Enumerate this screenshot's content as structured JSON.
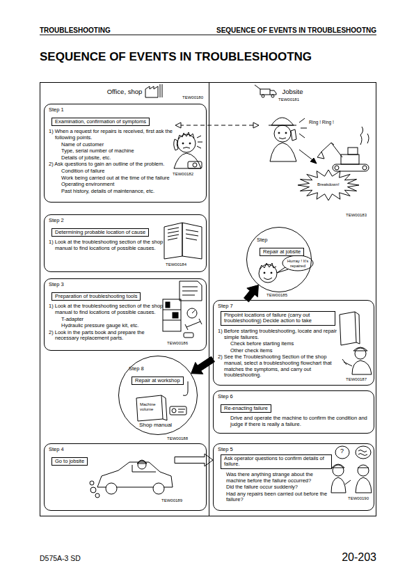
{
  "diagram": {
    "title": "SEQUENCE OF EVENTS IN TROUBLESHOOTNG",
    "nodes": [
      {
        "text": [
          "Office, shop"
        ]
      },
      {
        "text": [
          "Jobsite"
        ]
      },
      {
        "text": [
          "Step 1",
          "1) When a request for repairs is received, first ask the following points.",
          "Name of customer",
          "Type, serial number of machine",
          "Details of jobsite, etc.",
          "2) Ask questions to gain an outline of the problem.",
          "Condition of failure",
          "Work being carried out at the time of the failure",
          "Operating environment",
          "Past history, details of maintenance, etc."
        ],
        "in": 0
      },
      {
        "text": [
          "Examination, confirmation of symptoms"
        ],
        "in": 2
      },
      {
        "text": [
          "Step 2",
          "1) Look at the troubleshooting section of the shop manual to find locations of possible causes."
        ],
        "in": 0
      },
      {
        "text": [
          "Determining probable location of cause"
        ],
        "in": 4
      },
      {
        "text": [
          "Step 3",
          "1) Look at the troubleshooting section of the shop manual to find locations of possible causes.",
          "T-adapter",
          "Hydraulic pressure gauge kit, etc.",
          "2) Look in the parts book and prepare the necessary replacement parts."
        ],
        "in": 0
      },
      {
        "text": [
          "Preparation of troubleshooting tools"
        ],
        "in": 6
      },
      {
        "text": [
          "Step 8"
        ],
        "in": 0
      },
      {
        "text": [
          "Repair at workshop"
        ],
        "in": 8
      },
      {
        "text": [
          "Step 4"
        ],
        "in": 0
      },
      {
        "text": [
          "Go to jobsite"
        ],
        "in": 10
      },
      {
        "text": [
          "Step"
        ],
        "in": 1
      },
      {
        "text": [
          "Repair at jobsite"
        ],
        "in": 12
      },
      {
        "text": [
          "Step 7",
          "1) Before starting troubleshooting, locate and repair simple failures.",
          "Check before starting items",
          "Other check items",
          "2) See the Troubleshooting Section of the shop manual, select a troubleshooting flowchart that matches the symptoms, and carry out troubleshooting."
        ],
        "in": 1
      },
      {
        "text": [
          "Pinpoint locations of failure (carry out troubleshooting) Decide action to take"
        ],
        "in": 14
      },
      {
        "text": [
          "Step 6",
          "Drive and operate the machine to confirm the condition and judge if there is really a failure."
        ],
        "in": 1
      },
      {
        "text": [
          "Re-enacting failure"
        ],
        "in": 16
      },
      {
        "text": [
          "Step 5",
          "Was there anything strange about the machine before the failure occurred?",
          "Did the failure occur suddenly?",
          "Had any repairs been carried out before the failure?"
        ],
        "in": 1
      },
      {
        "text": [
          "Ask operator questions to confirm details of failure."
        ],
        "in": 18
      }
    ],
    "edges": [
      {
        "from": 10,
        "to": 18,
        "arrow": "to"
      },
      {
        "from": 14,
        "to": 8,
        "arrow": "to"
      },
      {
        "from": 14,
        "to": 12,
        "arrow": "to"
      }
    ],
    "labels": [
      "TROUBLESHOOTING",
      "SEQUENCE OF EVENTS IN TROUBLESHOOTNG",
      "TEW00180",
      "TEW00181",
      "TEW00182",
      "Ring ! Ring !",
      "Breakdown!",
      "TEW00183",
      "TEW00184",
      "Hurray ! It's repaired",
      "TEW00185",
      "TEW00186",
      "TEW00187",
      "Machine volume",
      "Shop manual",
      "TEW00188",
      "TEW00189",
      "?",
      "TEW00190",
      "D575A-3 SD",
      "20-203"
    ]
  }
}
